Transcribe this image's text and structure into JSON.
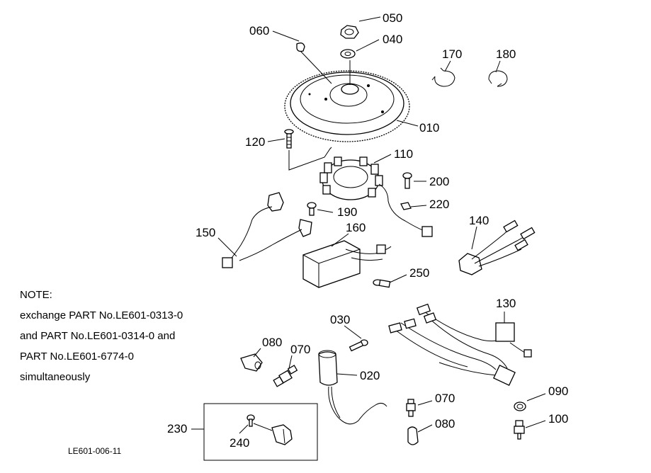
{
  "note": {
    "heading": "NOTE:",
    "lines": [
      "exchange PART No.LE601-0313-0",
      "and PART No.LE601-0314-0 and",
      "PART No.LE601-6774-0",
      "simultaneously"
    ]
  },
  "figure_id": "LE601-006-11",
  "callouts": {
    "c050": "050",
    "c060": "060",
    "c040": "040",
    "c170": "170",
    "c180": "180",
    "c010": "010",
    "c120": "120",
    "c110": "110",
    "c200": "200",
    "c220": "220",
    "c190": "190",
    "c150": "150",
    "c160": "160",
    "c140": "140",
    "c250": "250",
    "c130": "130",
    "c030": "030",
    "c080a": "080",
    "c070a": "070",
    "c020": "020",
    "c070b": "070",
    "c090": "090",
    "c080b": "080",
    "c100": "100",
    "c230": "230",
    "c240": "240"
  }
}
